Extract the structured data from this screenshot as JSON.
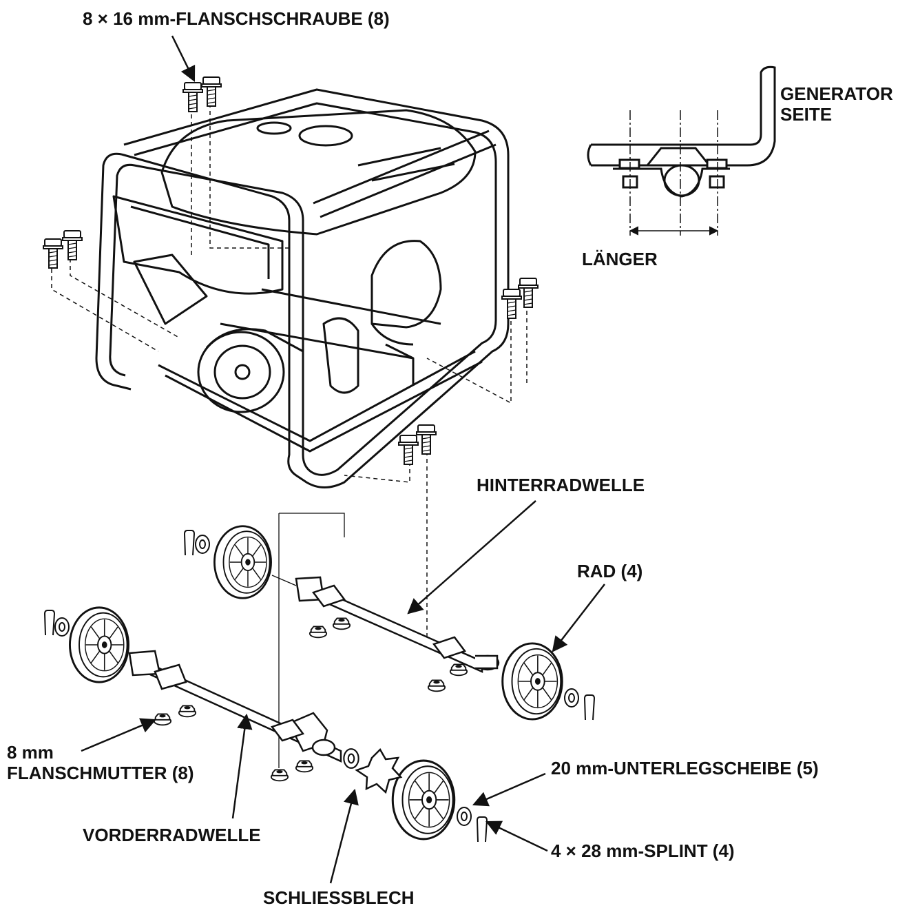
{
  "labels": {
    "flange_bolt": "8 × 16 mm-FLANSCHSCHRAUBE (8)",
    "generator_side_1": "GENERATOR",
    "generator_side_2": "SEITE",
    "longer": "LÄNGER",
    "rear_axle": "HINTERRADWELLE",
    "wheel": "RAD (4)",
    "flange_nut_1": "8 mm",
    "flange_nut_2": "FLANSCHMUTTER (8)",
    "washer": "20 mm-UNTERLEGSCHEIBE (5)",
    "front_axle": "VORDERRADWELLE",
    "cotter_pin": "4 × 28 mm-SPLINT (4)",
    "lock_plate": "SCHLIESSBLECH"
  },
  "colors": {
    "line": "#1a1a1a",
    "background": "#ffffff"
  }
}
